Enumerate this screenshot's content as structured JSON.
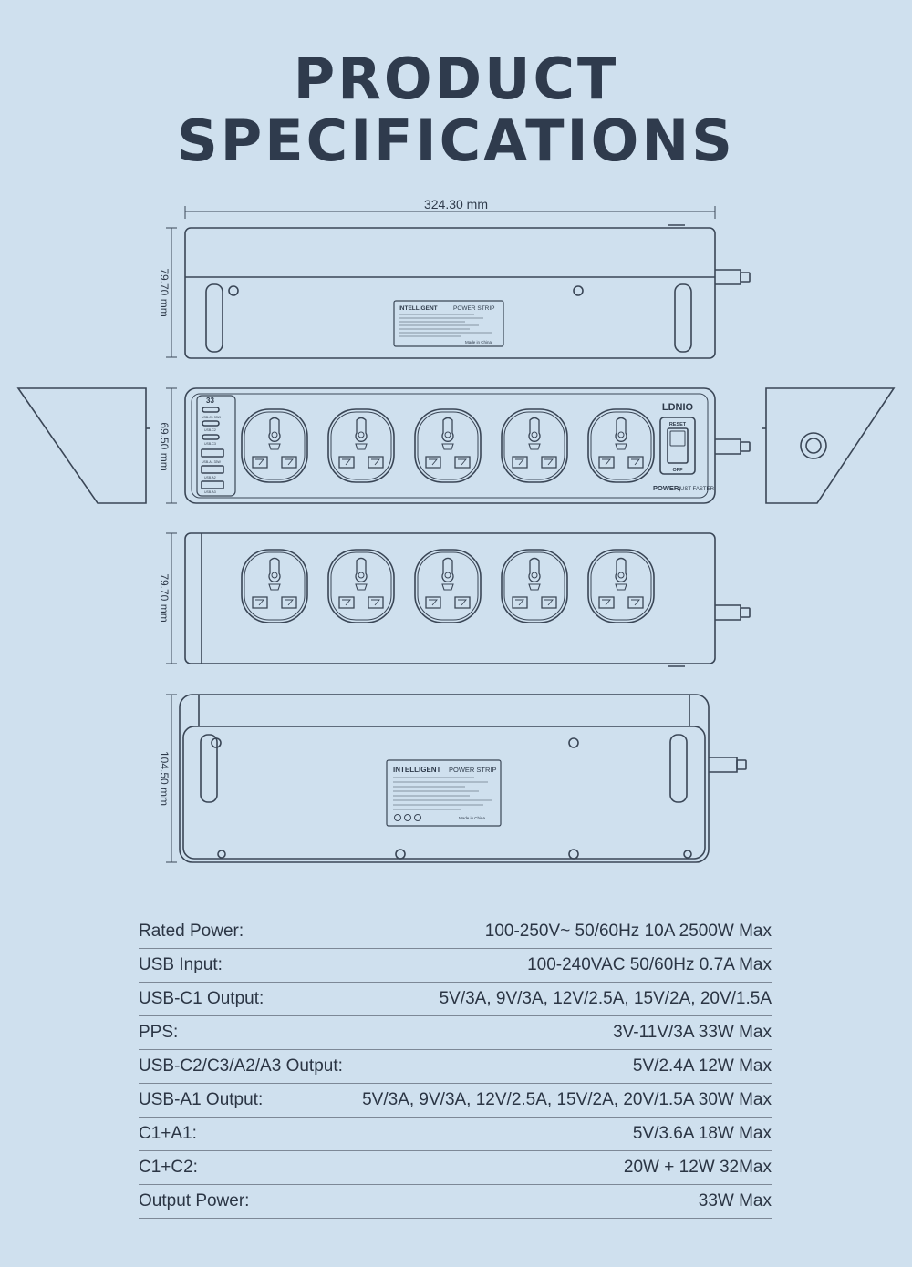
{
  "title": {
    "line1": "PRODUCT",
    "line2": "SPECIFICATIONS"
  },
  "dimensions": {
    "length": "324.30 mm",
    "height_top": "79.70 mm",
    "height_front": "69.50 mm",
    "height_side": "79.70 mm",
    "height_bottom": "104.50 mm"
  },
  "device": {
    "brand": "LDNIO",
    "tagline_bold": "POWER,",
    "tagline_light": "JUST FASTER",
    "switch_reset": "RESET",
    "switch_off": "OFF",
    "port_watt": "33",
    "port_c1": "USB-C1 33W",
    "port_c2": "USB-C2",
    "port_c3": "USB-C3",
    "port_a1": "USB-A1 33W",
    "port_a2": "USB-A2",
    "port_a3": "USB-A3",
    "label_title_bold": "INTELLIGENT",
    "label_title_light": "POWER STRIP",
    "label_made": "Made in China"
  },
  "specs": [
    {
      "label": "Rated Power:",
      "value": "100-250V~ 50/60Hz 10A 2500W Max"
    },
    {
      "label": "USB Input:",
      "value": "100-240VAC 50/60Hz 0.7A Max"
    },
    {
      "label": "USB-C1 Output:",
      "value": "5V/3A, 9V/3A, 12V/2.5A, 15V/2A, 20V/1.5A"
    },
    {
      "label": "PPS:",
      "value": "3V-11V/3A 33W Max"
    },
    {
      "label": "USB-C2/C3/A2/A3 Output:",
      "value": "5V/2.4A 12W Max"
    },
    {
      "label": "USB-A1 Output:",
      "value": "5V/3A, 9V/3A, 12V/2.5A, 15V/2A, 20V/1.5A 30W Max"
    },
    {
      "label": "C1+A1:",
      "value": "5V/3.6A 18W Max"
    },
    {
      "label": "C1+C2:",
      "value": "20W + 12W 32Max"
    },
    {
      "label": "Output Power:",
      "value": "33W Max"
    }
  ],
  "colors": {
    "background": "#cfe0ee",
    "line": "#3a4656",
    "text": "#2e3a4a"
  }
}
